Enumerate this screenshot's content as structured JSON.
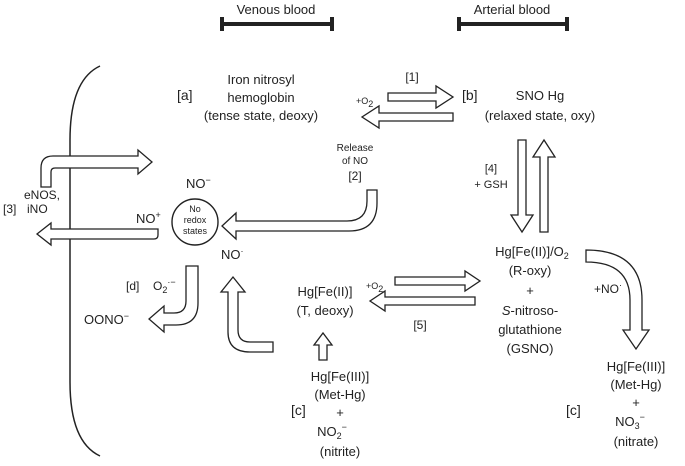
{
  "headers": {
    "venous": "Venous blood",
    "arterial": "Arterial blood"
  },
  "bracket_label": {
    "num": "[3]",
    "line1": "eNOS,",
    "line2": "iNO"
  },
  "node_a": {
    "tag": "[a]",
    "line1": "Iron nitrosyl",
    "line2": "hemoglobin",
    "line3": "(tense state, deoxy)"
  },
  "node_b": {
    "tag": "[b]",
    "line1": "SNO Hg",
    "line2": "(relaxed state, oxy)"
  },
  "arrow1": {
    "label": "[1]",
    "o2": "+O",
    "o2_sub": "2"
  },
  "release": {
    "line1": "Release",
    "line2": "of NO",
    "num": "[2]"
  },
  "arrow4": {
    "num": "[4]",
    "label": "+ GSH"
  },
  "circle": {
    "line1": "No",
    "line2": "redox",
    "line3": "states"
  },
  "no_species": {
    "no_minus": "NO",
    "no_minus_sup": "−",
    "no_plus": "NO",
    "no_plus_sup": "+",
    "no_dot": "NO",
    "no_dot_sup": "·"
  },
  "arrow_d": {
    "tag": "[d]",
    "o2": "O",
    "o2_sub": "2",
    "o2_sup": "·−"
  },
  "peroxynitrite": "OONO",
  "peroxynitrite_sup": "−",
  "hg_t": {
    "line1": "Hg[Fe(II)]",
    "line2": "(T, deoxy)"
  },
  "arrow5": {
    "num": "[5]",
    "o2": "+O",
    "o2_sub": "2"
  },
  "roxy": {
    "line1_pre": "Hg[Fe(II)]/O",
    "line1_sub": "2",
    "line2": "(R-oxy)",
    "plus": "+",
    "line3_s": "S",
    "line3_rest": "-nitroso-",
    "line4": "glutathione",
    "line5": "(GSNO)"
  },
  "no_dot_add": {
    "pre": "+NO",
    "sup": "·"
  },
  "c_left": {
    "tag": "[c]",
    "line1": "Hg[Fe(III)]",
    "line2": "(Met-Hg)",
    "plus": "+",
    "line3": "NO",
    "line3_sub": "2",
    "line3_sup": "−",
    "line4": "(nitrite)"
  },
  "c_right": {
    "tag": "[c]",
    "line1": "Hg[Fe(III)]",
    "line2": "(Met-Hg)",
    "plus": "+",
    "line3": "NO",
    "line3_sub": "3",
    "line3_sup": "−",
    "line4": "(nitrate)"
  }
}
